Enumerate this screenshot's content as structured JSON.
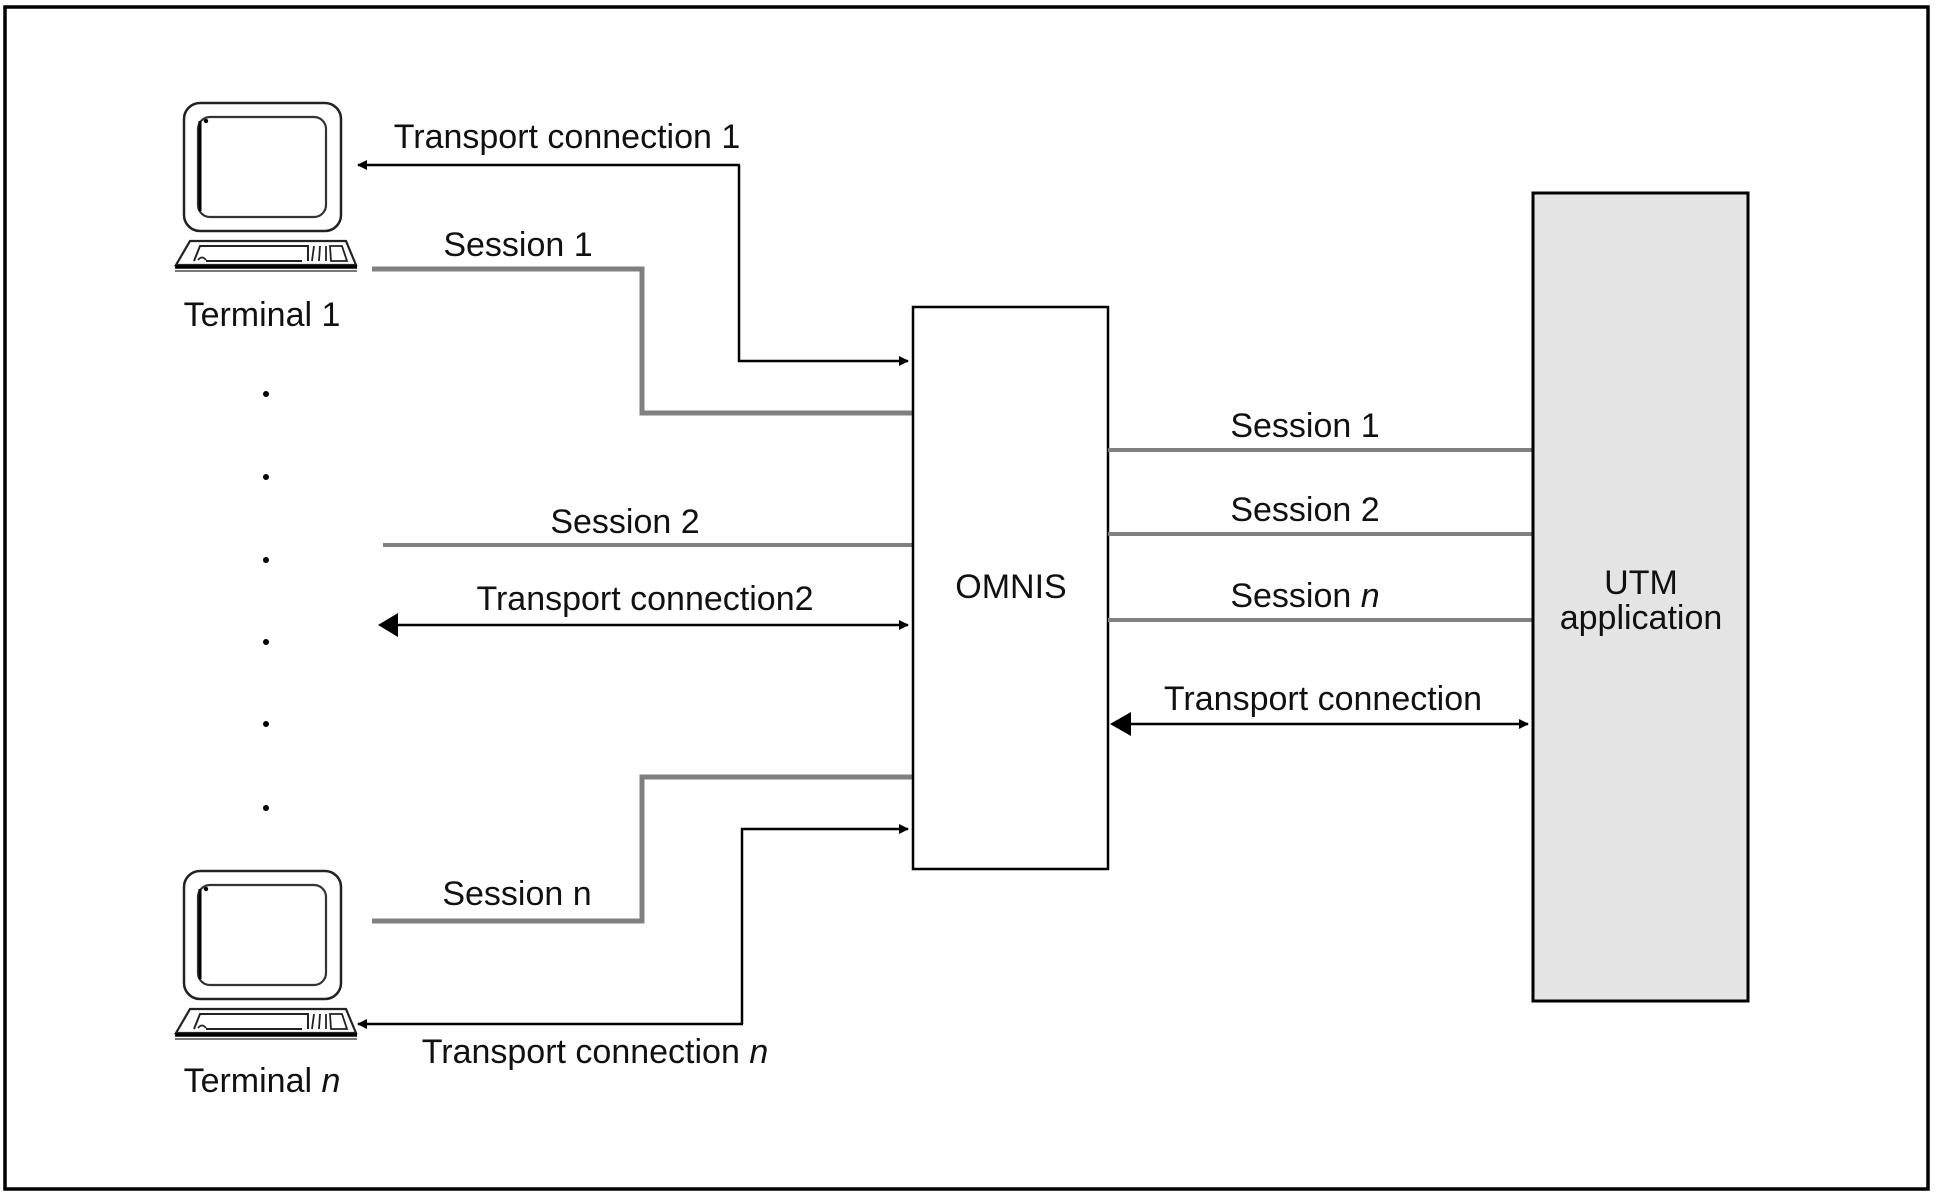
{
  "diagram": {
    "colors": {
      "border": "#000000",
      "session_line": "#808080",
      "transport_line": "#000000",
      "utm_fill": "#e4e4e4",
      "omnis_fill": "#ffffff",
      "text": "#111111"
    },
    "terminals": [
      {
        "id": "terminal-1",
        "label": "Terminal ",
        "label_suffix": "1",
        "suffix_italic": false
      },
      {
        "id": "terminal-n",
        "label": "Terminal ",
        "label_suffix": "n",
        "suffix_italic": true
      }
    ],
    "ellipsis_dots": 6,
    "left_links": {
      "transport_1": {
        "label": "Transport connection 1",
        "direction": "bidirectional-routed"
      },
      "session_1": {
        "label": "Session 1"
      },
      "session_2": {
        "label": "Session 2"
      },
      "transport_2": {
        "label": "Transport connection2",
        "direction": "bidirectional"
      },
      "session_n": {
        "label": "Session n"
      },
      "transport_n": {
        "label": "Transport connection ",
        "label_suffix": "n",
        "direction": "bidirectional-routed"
      }
    },
    "omnis": {
      "label": "OMNIS"
    },
    "right_links": {
      "session_1": {
        "label": "Session 1"
      },
      "session_2": {
        "label": "Session 2"
      },
      "session_n": {
        "label": "Session ",
        "label_suffix": "n"
      },
      "transport": {
        "label": "Transport connection",
        "direction": "bidirectional"
      }
    },
    "utm": {
      "line1": "UTM",
      "line2": "application"
    }
  }
}
